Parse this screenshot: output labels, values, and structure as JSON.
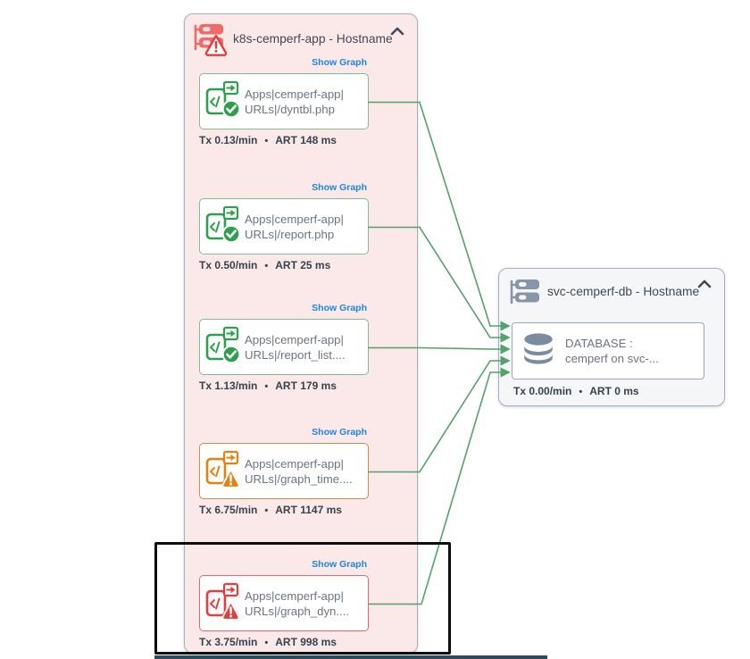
{
  "left_group": {
    "title": "k8s-cemperf-app - Hostname",
    "nodes": [
      {
        "show_graph": "Show Graph",
        "label_line1": "Apps|cemperf-app|",
        "label_line2": "URLs|/dyntbl.php",
        "tx": "Tx 0.13/min",
        "separator": "•",
        "art": "ART 148 ms",
        "status": "ok"
      },
      {
        "show_graph": "Show Graph",
        "label_line1": "Apps|cemperf-app|",
        "label_line2": "URLs|/report.php",
        "tx": "Tx 0.50/min",
        "separator": "•",
        "art": "ART 25 ms",
        "status": "ok"
      },
      {
        "show_graph": "Show Graph",
        "label_line1": "Apps|cemperf-app|",
        "label_line2": "URLs|/report_list....",
        "tx": "Tx 1.13/min",
        "separator": "•",
        "art": "ART 179 ms",
        "status": "ok"
      },
      {
        "show_graph": "Show Graph",
        "label_line1": "Apps|cemperf-app|",
        "label_line2": "URLs|/graph_time....",
        "tx": "Tx 6.75/min",
        "separator": "•",
        "art": "ART 1147 ms",
        "status": "warning"
      },
      {
        "show_graph": "Show Graph",
        "label_line1": "Apps|cemperf-app|",
        "label_line2": "URLs|/graph_dyn....",
        "tx": "Tx 3.75/min",
        "separator": "•",
        "art": "ART 998 ms",
        "status": "critical"
      }
    ]
  },
  "right_group": {
    "title": "svc-cemperf-db - Hostname",
    "node": {
      "label_line1": "DATABASE :",
      "label_line2": "cemperf on svc-...",
      "tx": "Tx 0.00/min",
      "separator": "•",
      "art": "ART 0 ms"
    }
  },
  "icons": {
    "left_group_header": "server-warning-icon",
    "right_group_header": "server-icon",
    "node": "url-transaction-icon",
    "status_ok": "check-circle-icon",
    "status_warning": "exclamation-triangle-icon",
    "status_critical": "exclamation-triangle-icon",
    "database": "database-icon",
    "collapse": "chevron-up-icon"
  },
  "colors": {
    "ok_green": "#2f9f4e",
    "warning_orange": "#e28212",
    "critical_red": "#e23e3e",
    "connector_green": "#53a269",
    "link_blue": "#1c86e0",
    "left_group_bg": "#fbe9e9",
    "right_group_bg": "#f4f6f8",
    "header_icon_red": "#f16a6a",
    "header_icon_gray": "#8795a8",
    "highlight_border": "#0d0d0d",
    "bottom_bar": "#2e4b5c"
  }
}
